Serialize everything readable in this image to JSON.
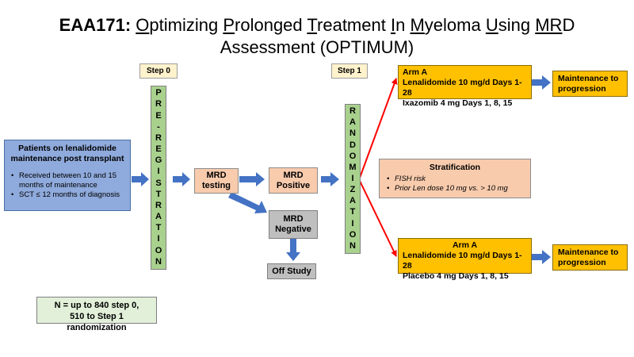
{
  "title": {
    "prefix": "EAA171:",
    "words": [
      {
        "first": "O",
        "rest": "ptimizing"
      },
      {
        "first": "P",
        "rest": "rolonged"
      },
      {
        "first": "T",
        "rest": "reatment"
      },
      {
        "first": "I",
        "rest": "n"
      },
      {
        "first": "M",
        "rest": "yeloma"
      },
      {
        "first": "U",
        "rest": "sing"
      },
      {
        "first": "MR",
        "rest": "D"
      }
    ],
    "line2": "Assessment  (OPTIMUM)"
  },
  "steps": {
    "step0": "Step 0",
    "step1": "Step 1"
  },
  "eligibility": {
    "heading_line1": "Patients on lenalidomide",
    "heading_line2": "maintenance post transplant",
    "bullets": [
      "Received between 10 and 15 months of maintenance",
      "SCT ≤ 12 months of diagnosis"
    ]
  },
  "preregistration": [
    "P",
    "R",
    "E",
    "-",
    "R",
    "E",
    "G",
    "I",
    "S",
    "T",
    "R",
    "A",
    "T",
    "I",
    "O",
    "N"
  ],
  "randomization": [
    "R",
    "A",
    "N",
    "D",
    "O",
    "M",
    "I",
    "Z",
    "A",
    "T",
    "I",
    "O",
    "N"
  ],
  "mrd_testing": {
    "line1": "MRD",
    "line2": "testing"
  },
  "mrd_positive": {
    "line1": "MRD",
    "line2": "Positive"
  },
  "mrd_negative": {
    "line1": "MRD",
    "line2": "Negative"
  },
  "off_study": "Off Study",
  "arm_top": {
    "title": "Arm A",
    "line1": "Lenalidomide 10 mg/d Days 1-28",
    "line2": "Ixazomib 4 mg Days 1, 8, 15"
  },
  "arm_bottom": {
    "title": "Arm A",
    "line1": "Lenalidomide 10 mg/d Days 1-28",
    "line2": "Placebo 4 mg Days 1, 8, 15"
  },
  "maintenance_top": {
    "line1": "Maintenance to",
    "line2": "progression"
  },
  "maintenance_bottom": {
    "line1": "Maintenance to",
    "line2": "progression"
  },
  "stratification": {
    "title": "Stratification",
    "bullets": [
      "FISH risk",
      "Prior Len dose 10 mg vs. > 10 mg"
    ]
  },
  "enrollment": {
    "line1": "N = up to 840 step 0,",
    "line2": "510 to Step 1 randomization"
  },
  "colors": {
    "step_fill": "#fff2cc",
    "bar_fill": "#a9d18e",
    "peach_fill": "#f8cbad",
    "grey_fill": "#bfbfbf",
    "arm_fill": "#ffc000",
    "eligibility_fill": "#8faadc",
    "note_fill": "#e2f0d9",
    "arrow_blue": "#4472c4",
    "arrow_red": "#ff0000"
  }
}
